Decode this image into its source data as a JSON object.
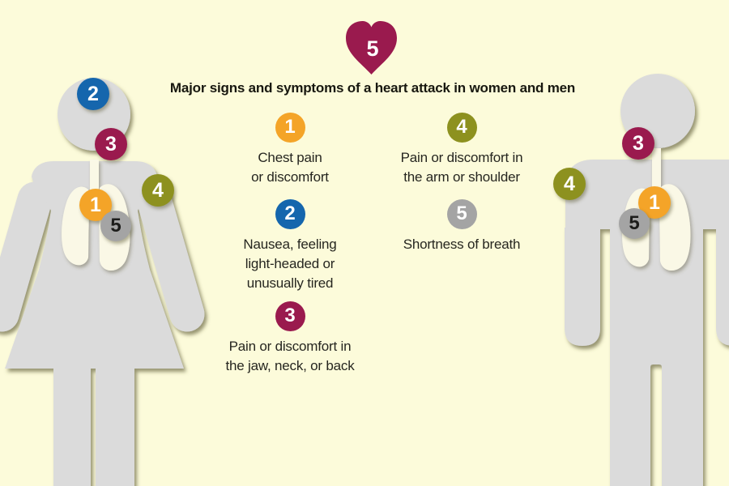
{
  "title": "Major signs and symptoms of a heart attack in women and men",
  "heart": {
    "number": "5"
  },
  "colors": {
    "background": "#FCFBDA",
    "figure_gray": "#DBDBDB",
    "lungs_cream": "#FAF8E6",
    "heart_maroon": "#9A1A4E",
    "orange": "#F4A428",
    "blue": "#1566AD",
    "maroon": "#9A1A4E",
    "olive": "#8D911F",
    "gray_badge": "#A4A4A4",
    "text": "#262620"
  },
  "symptoms": [
    {
      "number": "1",
      "color": "orange",
      "lines": [
        "Chest pain",
        "or discomfort"
      ]
    },
    {
      "number": "2",
      "color": "blue",
      "lines": [
        "Nausea, feeling",
        "light-headed or",
        "unusually tired"
      ]
    },
    {
      "number": "3",
      "color": "maroon",
      "lines": [
        "Pain or discomfort in",
        "the jaw, neck, or back"
      ]
    },
    {
      "number": "4",
      "color": "olive",
      "lines": [
        "Pain or discomfort in",
        "the arm or shoulder"
      ]
    },
    {
      "number": "5",
      "color": "gray",
      "lines": [
        "Shortness of breath"
      ]
    }
  ],
  "markers": {
    "woman": [
      {
        "number": "2"
      },
      {
        "number": "3"
      },
      {
        "number": "4"
      },
      {
        "number": "1"
      },
      {
        "number": "5"
      }
    ],
    "man": [
      {
        "number": "3"
      },
      {
        "number": "4"
      },
      {
        "number": "1"
      },
      {
        "number": "5"
      }
    ]
  }
}
